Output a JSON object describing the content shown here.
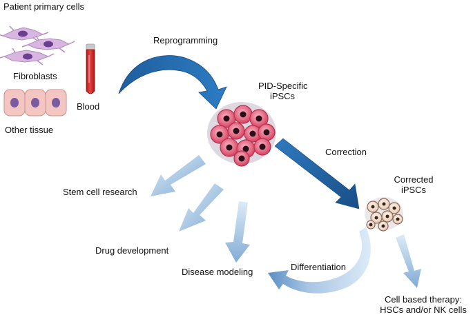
{
  "labels": {
    "patient_cells": "Patient primary cells",
    "fibroblasts": "Fibroblasts",
    "blood": "Blood",
    "other_tissue": "Other tissue",
    "reprogramming": "Reprogramming",
    "pid_specific_line1": "PID-Specific",
    "pid_specific_line2": "iPSCs",
    "correction": "Correction",
    "corrected_line1": "Corrected",
    "corrected_line2": "iPSCs",
    "stem_cell_research": "Stem cell research",
    "drug_development": "Drug development",
    "disease_modeling": "Disease modeling",
    "differentiation": "Differentiation",
    "cell_therapy_line1": "Cell based therapy:",
    "cell_therapy_line2": "HSCs and/or NK cells"
  },
  "icons": {
    "fibroblast": "fibroblast-cells-icon",
    "blood_tube": "blood-tube-icon",
    "tissue": "tissue-cells-icon",
    "ipsc_colony": "ipsc-colony-icon",
    "corrected_colony": "corrected-ipsc-colony-icon"
  },
  "colors": {
    "arrow_dark_blue": "#1f5e9c",
    "arrow_light_blue": "#a8c8e6",
    "cell_pink": "#e2506e",
    "blood_red": "#d42a2a",
    "tissue_pink": "#f3c6c2",
    "fibroblast_purple": "#b48bc4"
  }
}
